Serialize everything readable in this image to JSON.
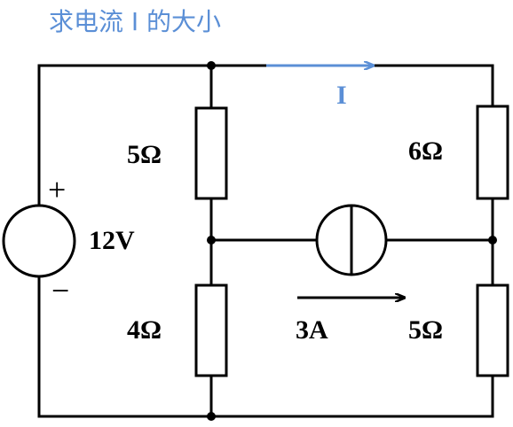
{
  "title": "求电流 I 的大小",
  "colors": {
    "wire": "#000000",
    "accent": "#5b8fd6"
  },
  "labels": {
    "source_voltage": "12V",
    "source_plus": "+",
    "source_minus": "−",
    "r_top_left": "5Ω",
    "r_bottom_left": "4Ω",
    "r_top_right": "6Ω",
    "r_bottom_right": "5Ω",
    "current_source": "3A",
    "current_i": "I"
  }
}
